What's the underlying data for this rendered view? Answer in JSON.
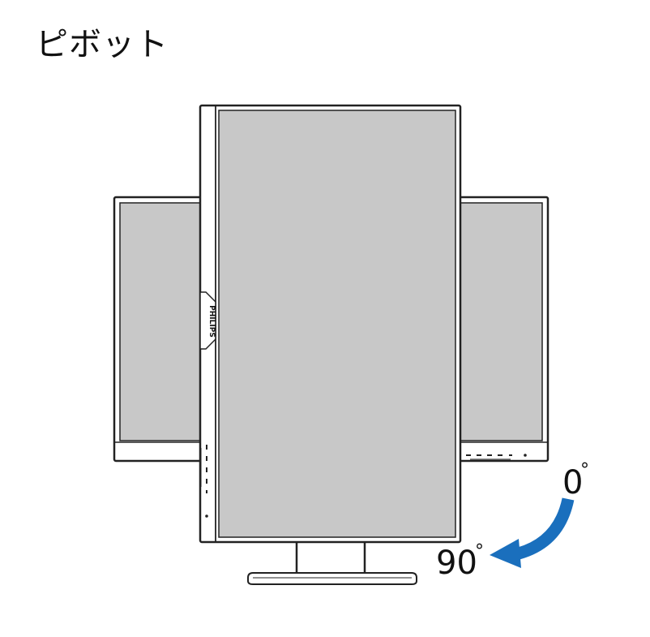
{
  "title": "ピボット",
  "brand": "PHILIPS",
  "angle_start": "0",
  "angle_end": "90",
  "degree_symbol": "°",
  "colors": {
    "screen": "#c8c8c8",
    "frame": "#222222",
    "arrow": "#1a6fbd"
  }
}
